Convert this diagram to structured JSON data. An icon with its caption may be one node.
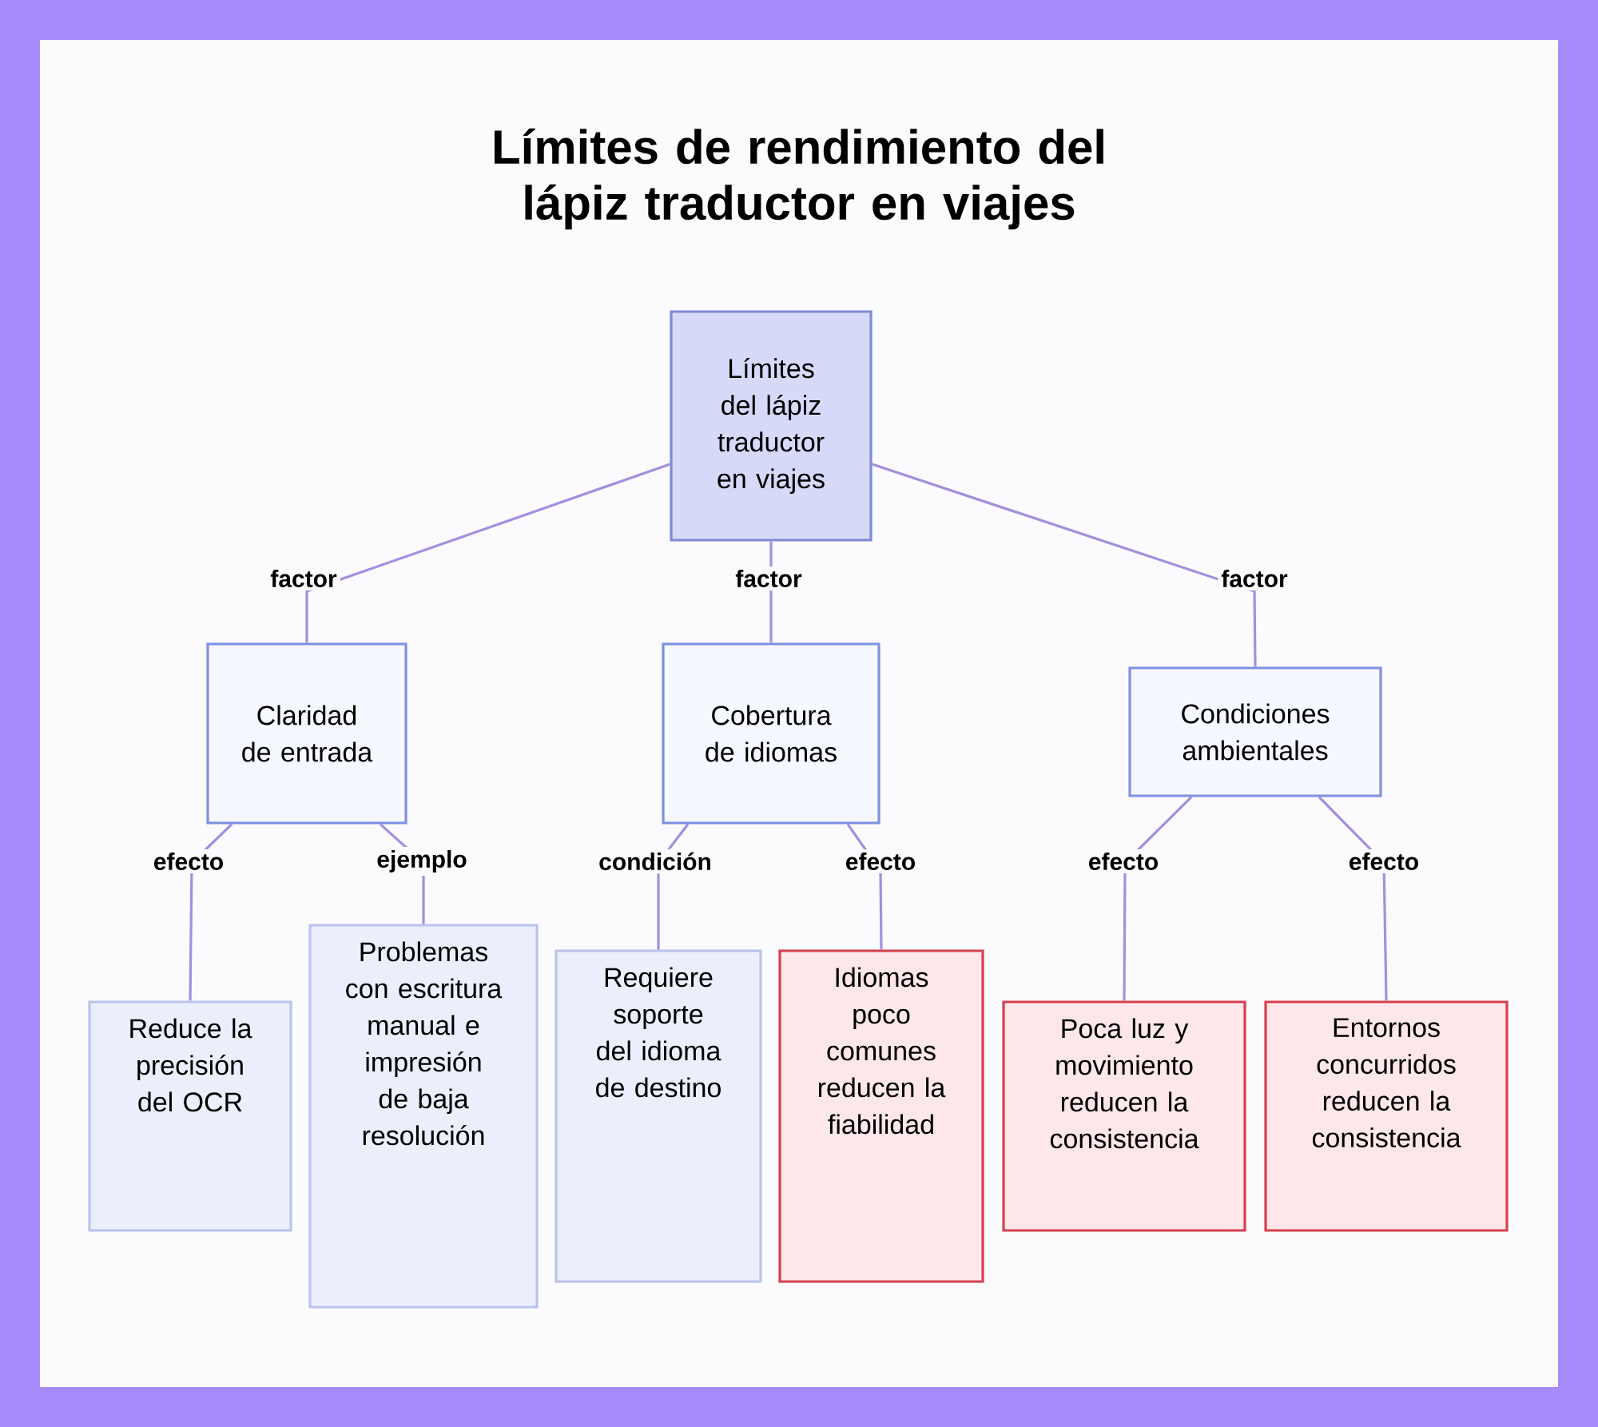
{
  "diagram": {
    "title": "Límites de rendimiento del lápiz traductor en viajes",
    "nodes": [
      {
        "text": [
          "Límites del lápiz traductor en viajes"
        ]
      },
      {
        "text": [
          "Claridad de entrada"
        ]
      },
      {
        "text": [
          "Cobertura de idiomas"
        ]
      },
      {
        "text": [
          "Condiciones ambientales"
        ]
      },
      {
        "text": [
          "Reduce la precisión del OCR"
        ]
      },
      {
        "text": [
          "Problemas con escritura manual e impresión de baja resolución"
        ]
      },
      {
        "text": [
          "Requiere soporte del idioma de destino"
        ]
      },
      {
        "text": [
          "Idiomas poco comunes reducen la fiabilidad"
        ]
      },
      {
        "text": [
          "Poca luz y movimiento reducen la consistencia"
        ]
      },
      {
        "text": [
          "Entornos concurridos reducen la consistencia"
        ]
      }
    ],
    "edges": [
      {
        "from": 0,
        "to": 1,
        "arrow": "none",
        "label": "factor"
      },
      {
        "from": 0,
        "to": 2,
        "arrow": "none",
        "label": "factor"
      },
      {
        "from": 0,
        "to": 3,
        "arrow": "none",
        "label": "factor"
      },
      {
        "from": 1,
        "to": 4,
        "arrow": "none",
        "label": "efecto"
      },
      {
        "from": 1,
        "to": 5,
        "arrow": "none",
        "label": "ejemplo"
      },
      {
        "from": 2,
        "to": 6,
        "arrow": "none",
        "label": "condición"
      },
      {
        "from": 2,
        "to": 7,
        "arrow": "none",
        "label": "efecto"
      },
      {
        "from": 3,
        "to": 8,
        "arrow": "none",
        "label": "efecto"
      },
      {
        "from": 3,
        "to": 9,
        "arrow": "none",
        "label": "efecto"
      }
    ]
  }
}
